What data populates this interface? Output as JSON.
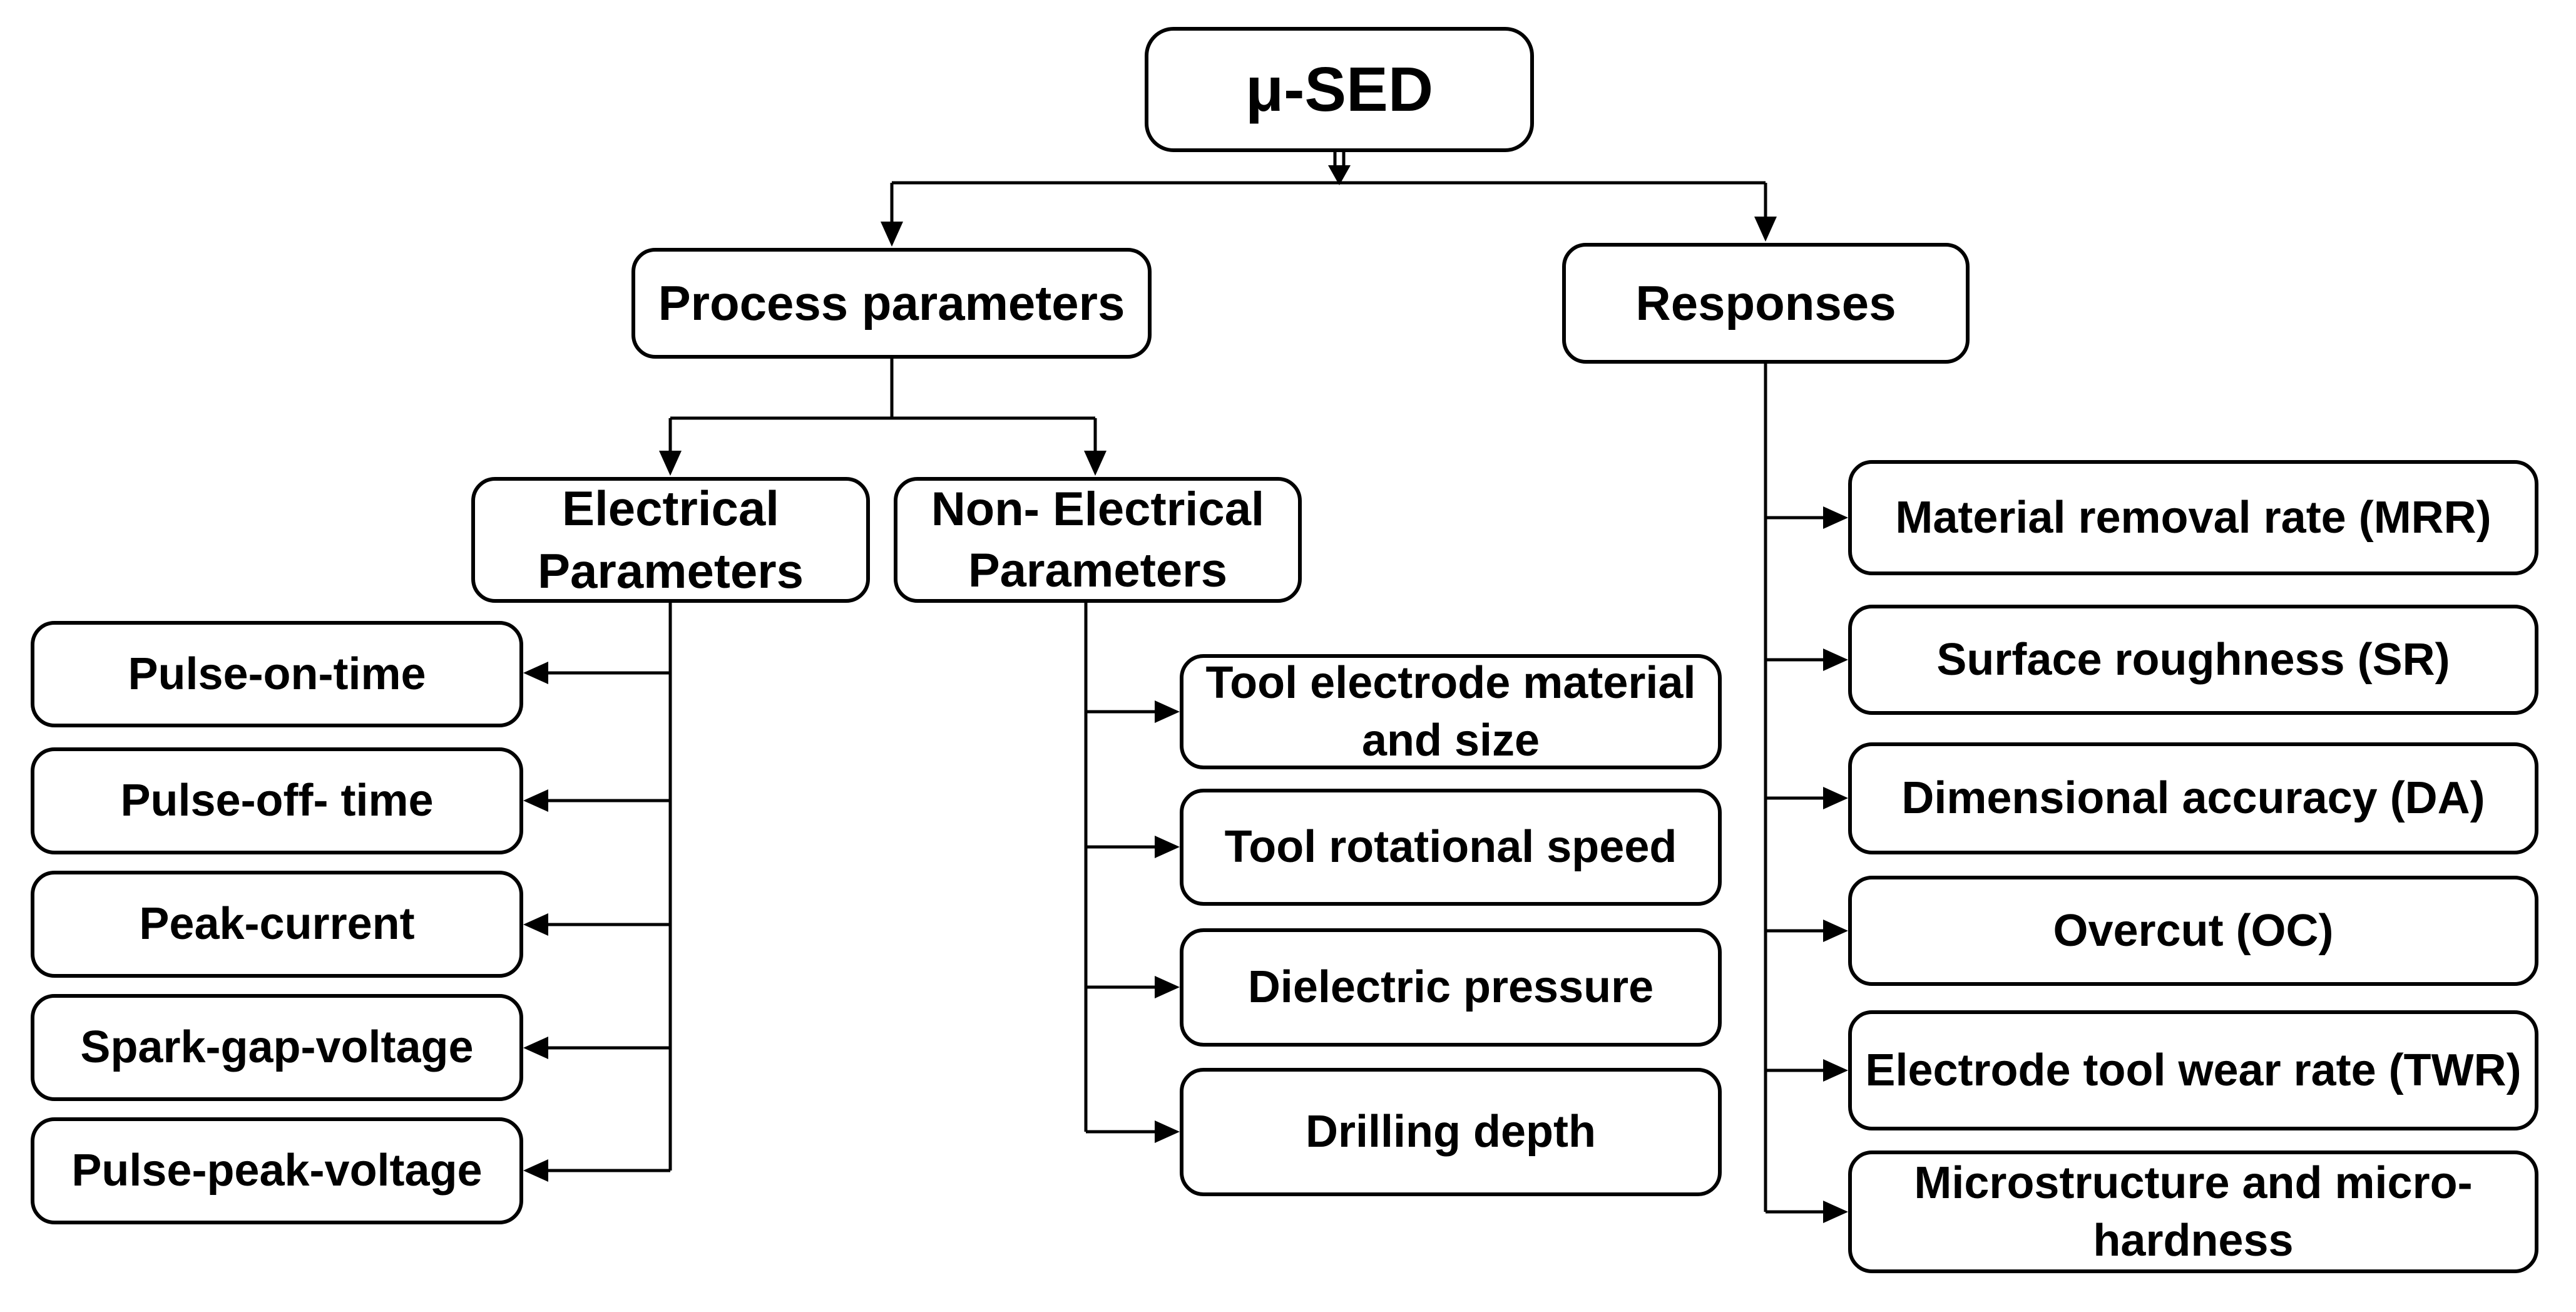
{
  "flowchart": {
    "root": {
      "label": "μ-SED"
    },
    "process_parameters": {
      "label": "Process parameters",
      "electrical": {
        "label": "Electrical Parameters",
        "items": [
          "Pulse-on-time",
          "Pulse-off- time",
          "Peak-current",
          "Spark-gap-voltage",
          "Pulse-peak-voltage"
        ]
      },
      "non_electrical": {
        "label": "Non- Electrical Parameters",
        "items": [
          "Tool electrode material and size",
          "Tool rotational speed",
          "Dielectric pressure",
          "Drilling depth"
        ]
      }
    },
    "responses": {
      "label": "Responses",
      "items": [
        "Material removal rate (MRR)",
        "Surface roughness (SR)",
        "Dimensional accuracy (DA)",
        "Overcut (OC)",
        "Electrode tool wear rate (TWR)",
        "Microstructure and micro-hardness"
      ]
    },
    "colors": {
      "line": "#000000",
      "box_border": "#000000",
      "box_fill": "#ffffff",
      "text": "#000000",
      "background": "#ffffff"
    }
  }
}
